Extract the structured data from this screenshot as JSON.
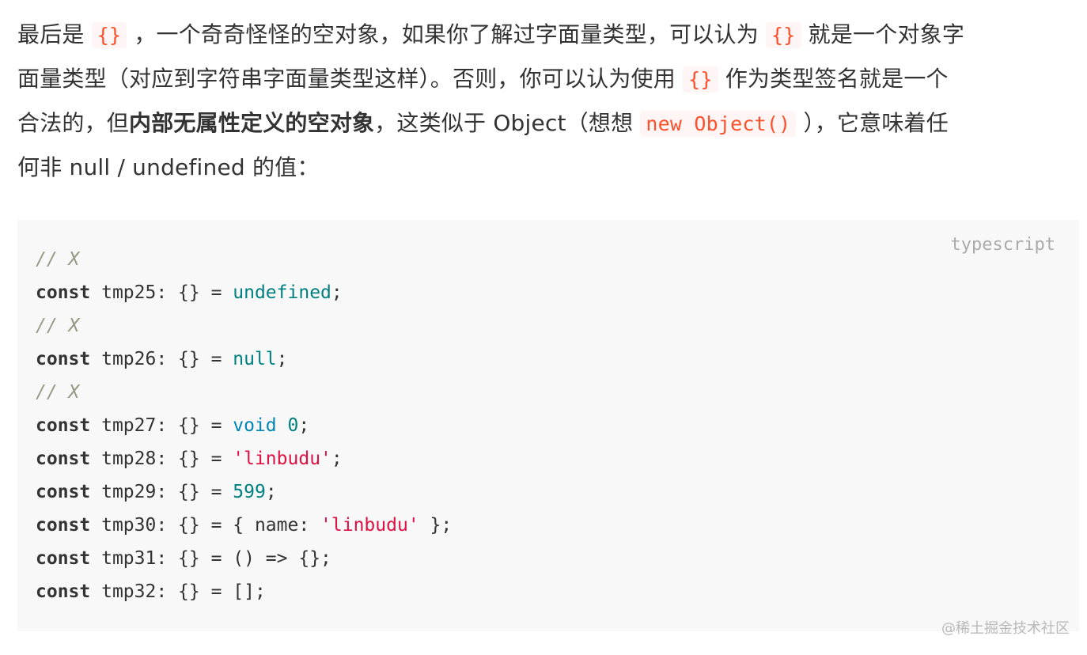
{
  "paragraph": {
    "line1": {
      "t1": "最后是 ",
      "c1": "{}",
      "t2": " ，一个奇奇怪怪的空对象，如果你了解过字面量类型，可以认为 ",
      "c2": "{}",
      "t3": " 就是一个对象字"
    },
    "line2": {
      "t1": "面量类型（对应到字符串字面量类型这样）。否则，你可以认为使用 ",
      "c1": "{}",
      "t2": " 作为类型签名就是一个"
    },
    "line3": {
      "t1": "合法的，但",
      "b1": "内部无属性定义的空对象",
      "t2": "，这类似于 Object（想想 ",
      "c1": "new Object()",
      "t3": " ），它意味着任"
    },
    "line4": {
      "t1": "何非 null / undefined 的值："
    }
  },
  "code": {
    "language": "typescript",
    "lines": [
      [
        {
          "type": "comment",
          "text": "// X"
        }
      ],
      [
        {
          "type": "keyword",
          "text": "const"
        },
        {
          "type": "plain",
          "text": " tmp25: {} = "
        },
        {
          "type": "literal",
          "text": "undefined"
        },
        {
          "type": "plain",
          "text": ";"
        }
      ],
      [
        {
          "type": "comment",
          "text": "// X"
        }
      ],
      [
        {
          "type": "keyword",
          "text": "const"
        },
        {
          "type": "plain",
          "text": " tmp26: {} = "
        },
        {
          "type": "literal",
          "text": "null"
        },
        {
          "type": "plain",
          "text": ";"
        }
      ],
      [
        {
          "type": "comment",
          "text": "// X"
        }
      ],
      [
        {
          "type": "keyword",
          "text": "const"
        },
        {
          "type": "plain",
          "text": " tmp27: {} = "
        },
        {
          "type": "builtin",
          "text": "void"
        },
        {
          "type": "plain",
          "text": " "
        },
        {
          "type": "number",
          "text": "0"
        },
        {
          "type": "plain",
          "text": ";"
        }
      ],
      [
        {
          "type": "keyword",
          "text": "const"
        },
        {
          "type": "plain",
          "text": " tmp28: {} = "
        },
        {
          "type": "string",
          "text": "'linbudu'"
        },
        {
          "type": "plain",
          "text": ";"
        }
      ],
      [
        {
          "type": "keyword",
          "text": "const"
        },
        {
          "type": "plain",
          "text": " tmp29: {} = "
        },
        {
          "type": "number",
          "text": "599"
        },
        {
          "type": "plain",
          "text": ";"
        }
      ],
      [
        {
          "type": "keyword",
          "text": "const"
        },
        {
          "type": "plain",
          "text": " tmp30: {} = { name: "
        },
        {
          "type": "string",
          "text": "'linbudu'"
        },
        {
          "type": "plain",
          "text": " };"
        }
      ],
      [
        {
          "type": "keyword",
          "text": "const"
        },
        {
          "type": "plain",
          "text": " tmp31: {} = () => {};"
        }
      ],
      [
        {
          "type": "keyword",
          "text": "const"
        },
        {
          "type": "plain",
          "text": " tmp32: {} = [];"
        }
      ]
    ]
  },
  "watermark": "@稀土掘金技术社区"
}
